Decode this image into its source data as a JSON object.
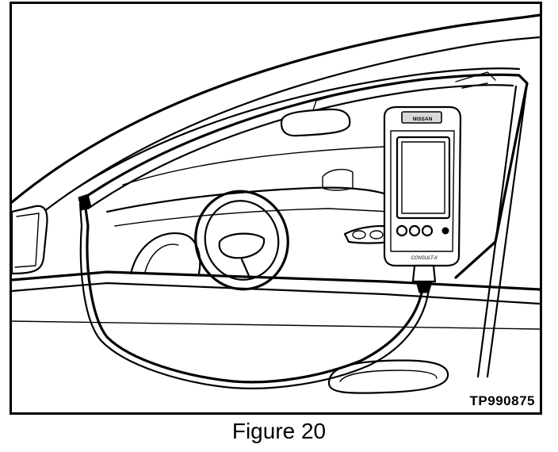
{
  "figure": {
    "code": "TP990875",
    "caption": "Figure 20",
    "device_brand": "NISSAN",
    "device_model": "CONSULT-II"
  }
}
